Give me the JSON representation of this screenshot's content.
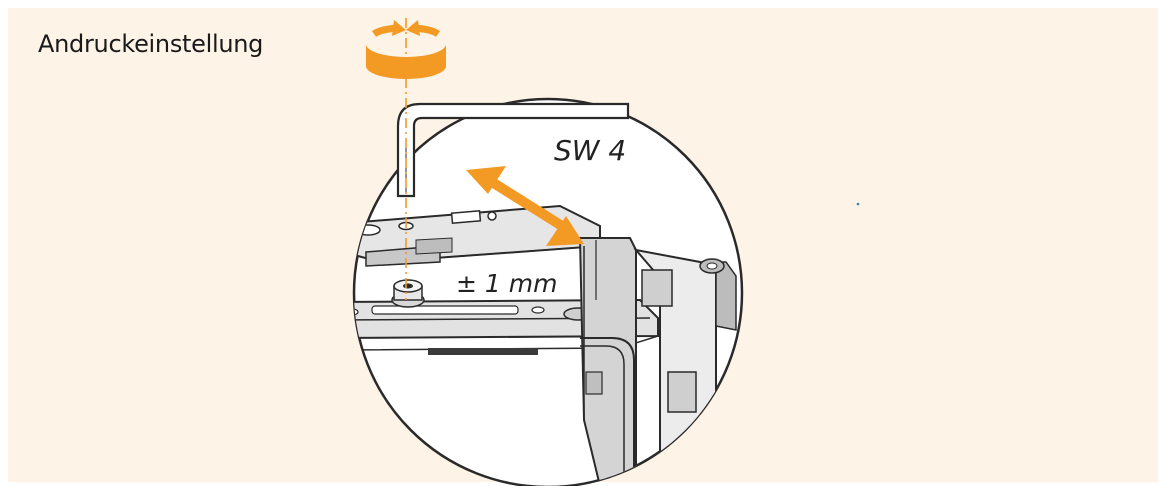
{
  "title": "Andruckeinstellung",
  "labels": {
    "wrench_size": "SW 4",
    "adjust_range": "± 1 mm"
  },
  "icons": {
    "rotate": "rotate-arrows-icon",
    "hex_key": "hex-key-icon",
    "direction": "double-arrow-icon"
  },
  "colors": {
    "background": "#fdf3e7",
    "accent": "#f39a25",
    "line": "#2a2a2a"
  }
}
